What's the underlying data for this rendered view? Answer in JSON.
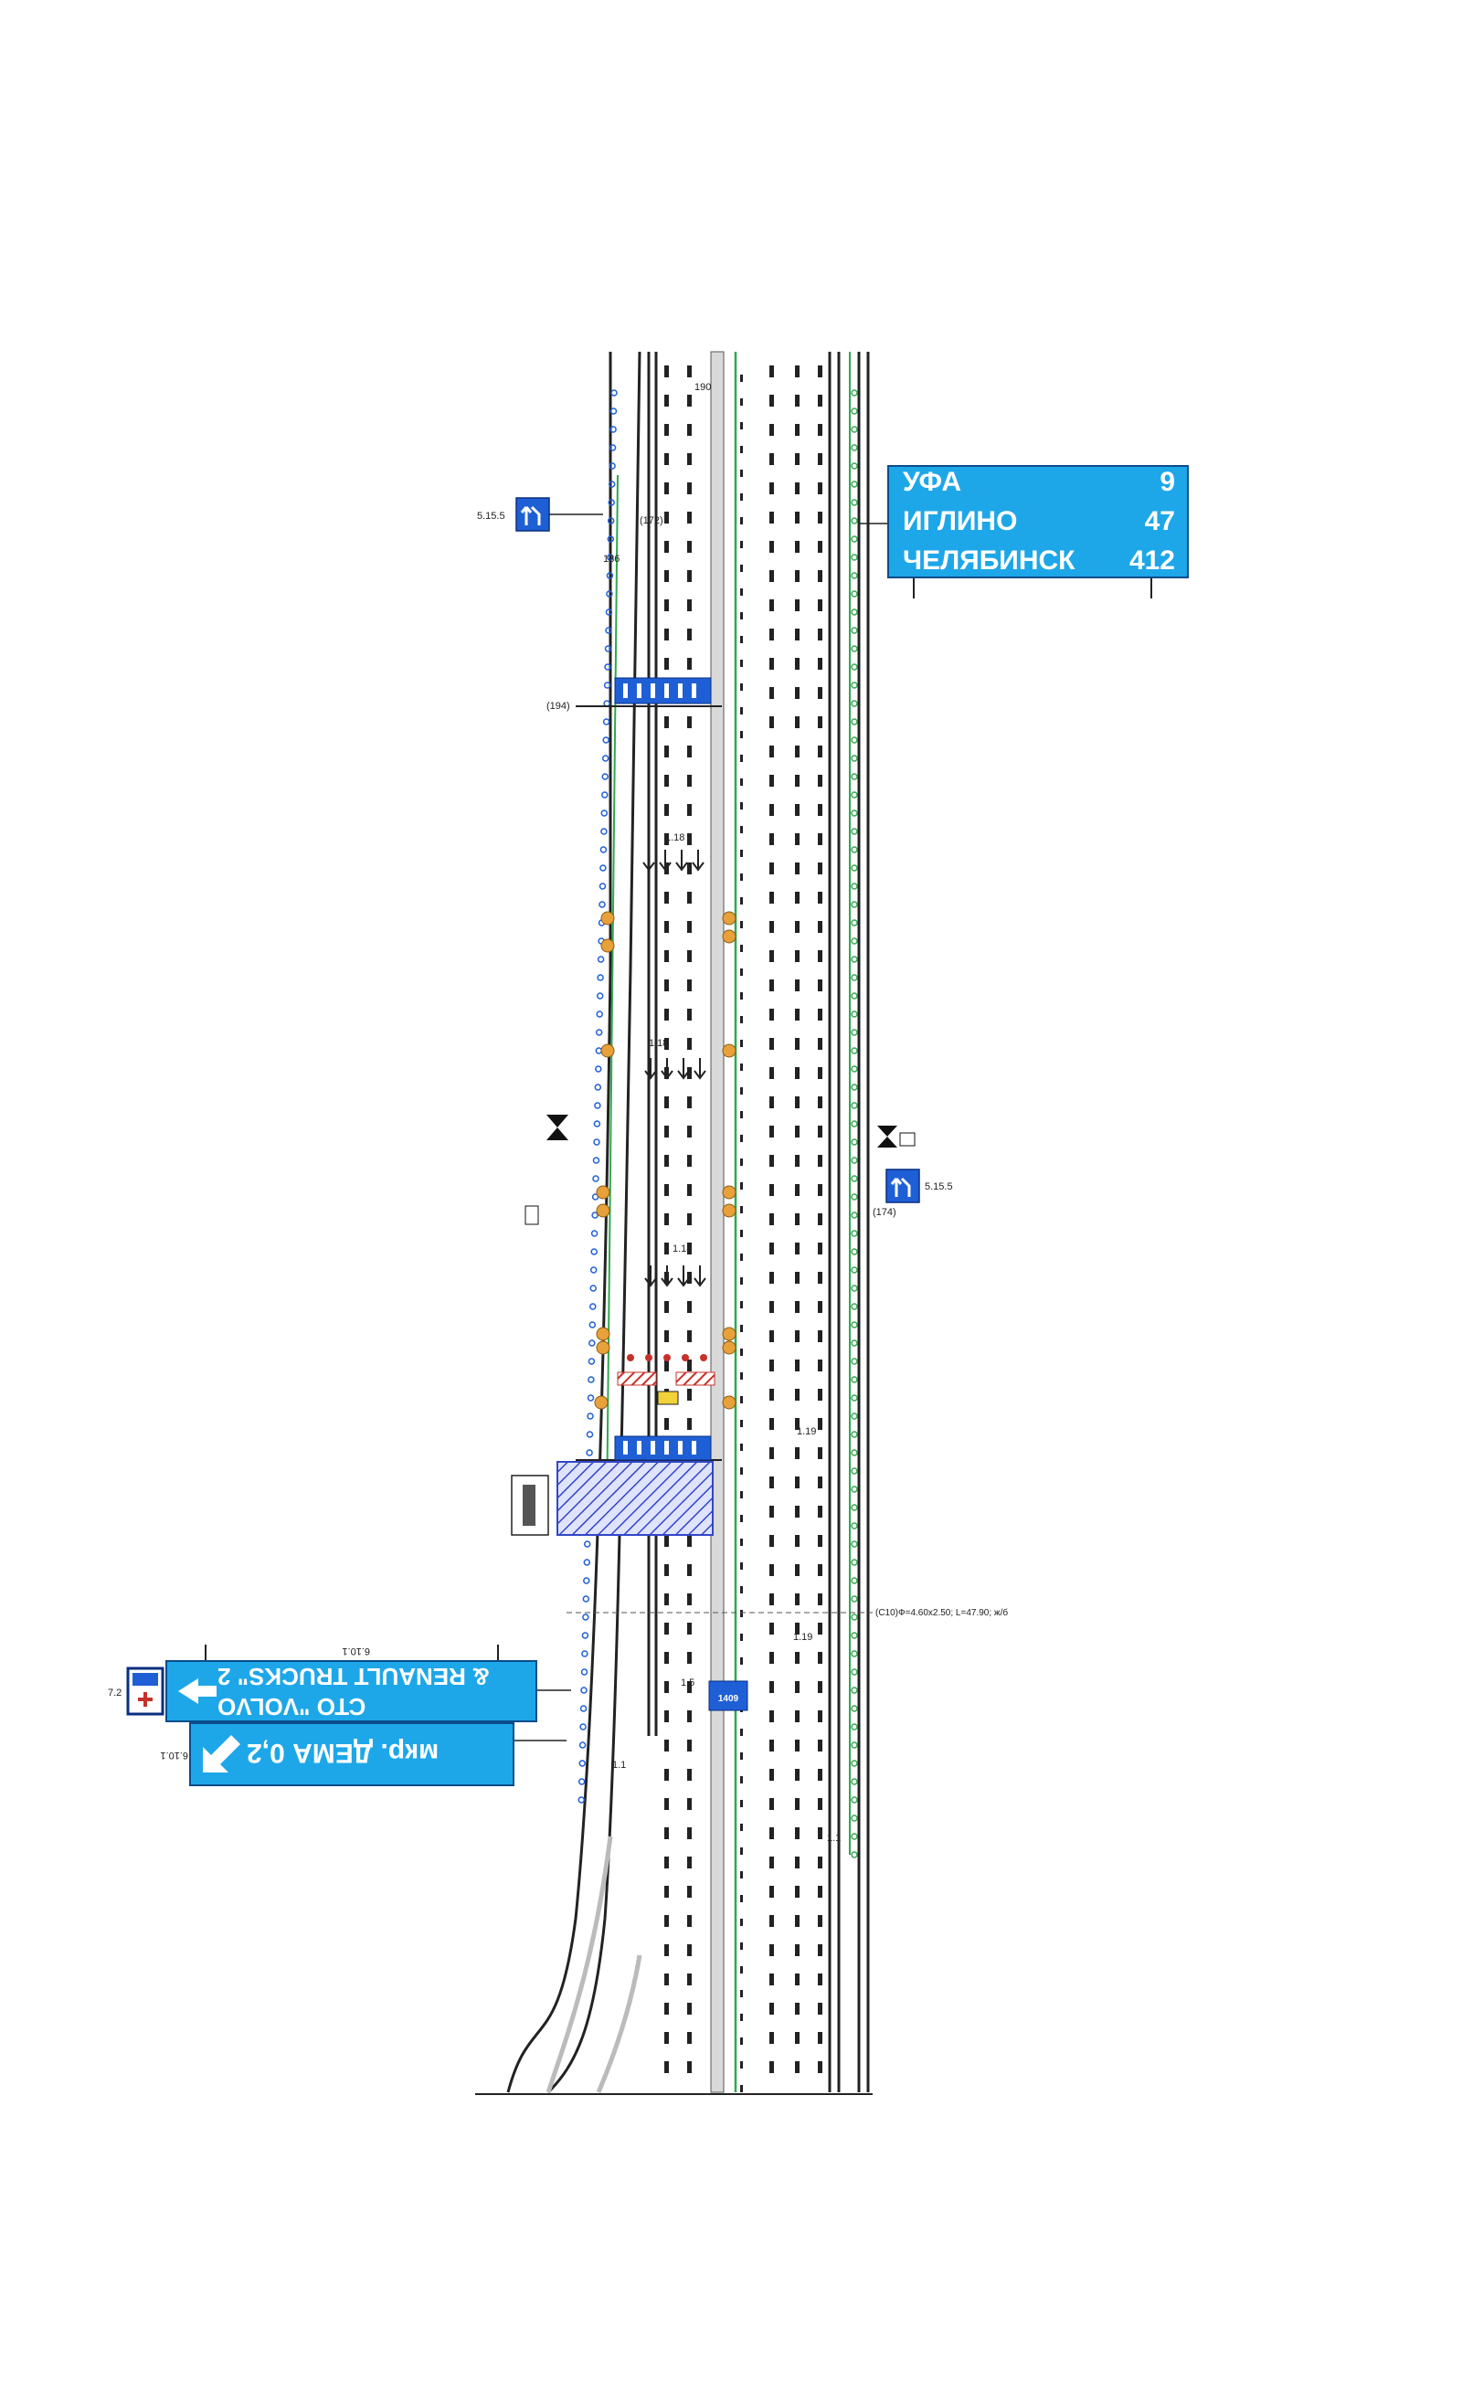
{
  "colors": {
    "sign_blue": "#1ea7e8",
    "sign_border": "#0a4c8a",
    "road_line": "#222222",
    "green_line": "#2fa84f",
    "bollard_green": "#3aa655",
    "bollard_blue": "#1f5fd6",
    "warning_orange": "#e8a13a",
    "hatch_blue": "#3346c8",
    "barrier_red": "#c8302a"
  },
  "direction_sign": {
    "rows": [
      {
        "city": "УФА",
        "distance": "9"
      },
      {
        "city": "ИГЛИНО",
        "distance": "47"
      },
      {
        "city": "ЧЕЛЯБИНСК",
        "distance": "412"
      }
    ]
  },
  "service_sign": {
    "line1": "СТО \"VOLVO",
    "line2": "& RENAULT TRUCKS\" 2",
    "code": "6.10.1",
    "aux_code": "7.2"
  },
  "district_sign": {
    "text": "мкр. ДЕМА 0,2",
    "code": "6.10.1"
  },
  "labels": {
    "sign_5_15_5_left": "5.15.5",
    "sign_5_15_5_right": "5.15.5",
    "ref_172": "(172)",
    "ref_174": "(174)",
    "ref_190": "190",
    "ref_186": "186",
    "ref_194": "(194)",
    "marking_1_18_a": "1.18",
    "marking_1_18_b": "1.18",
    "marking_1_18_c": "1.18",
    "marking_1_19_a": "1.19",
    "marking_1_19_b": "1.19",
    "marking_1_1_a": "1.1",
    "marking_1_1_b": "1.1",
    "marking_1_5": "1.5",
    "culvert_note": "(С10)Ф=4.60x2.50; L=47.90; ж/б",
    "km_post": "1409"
  }
}
